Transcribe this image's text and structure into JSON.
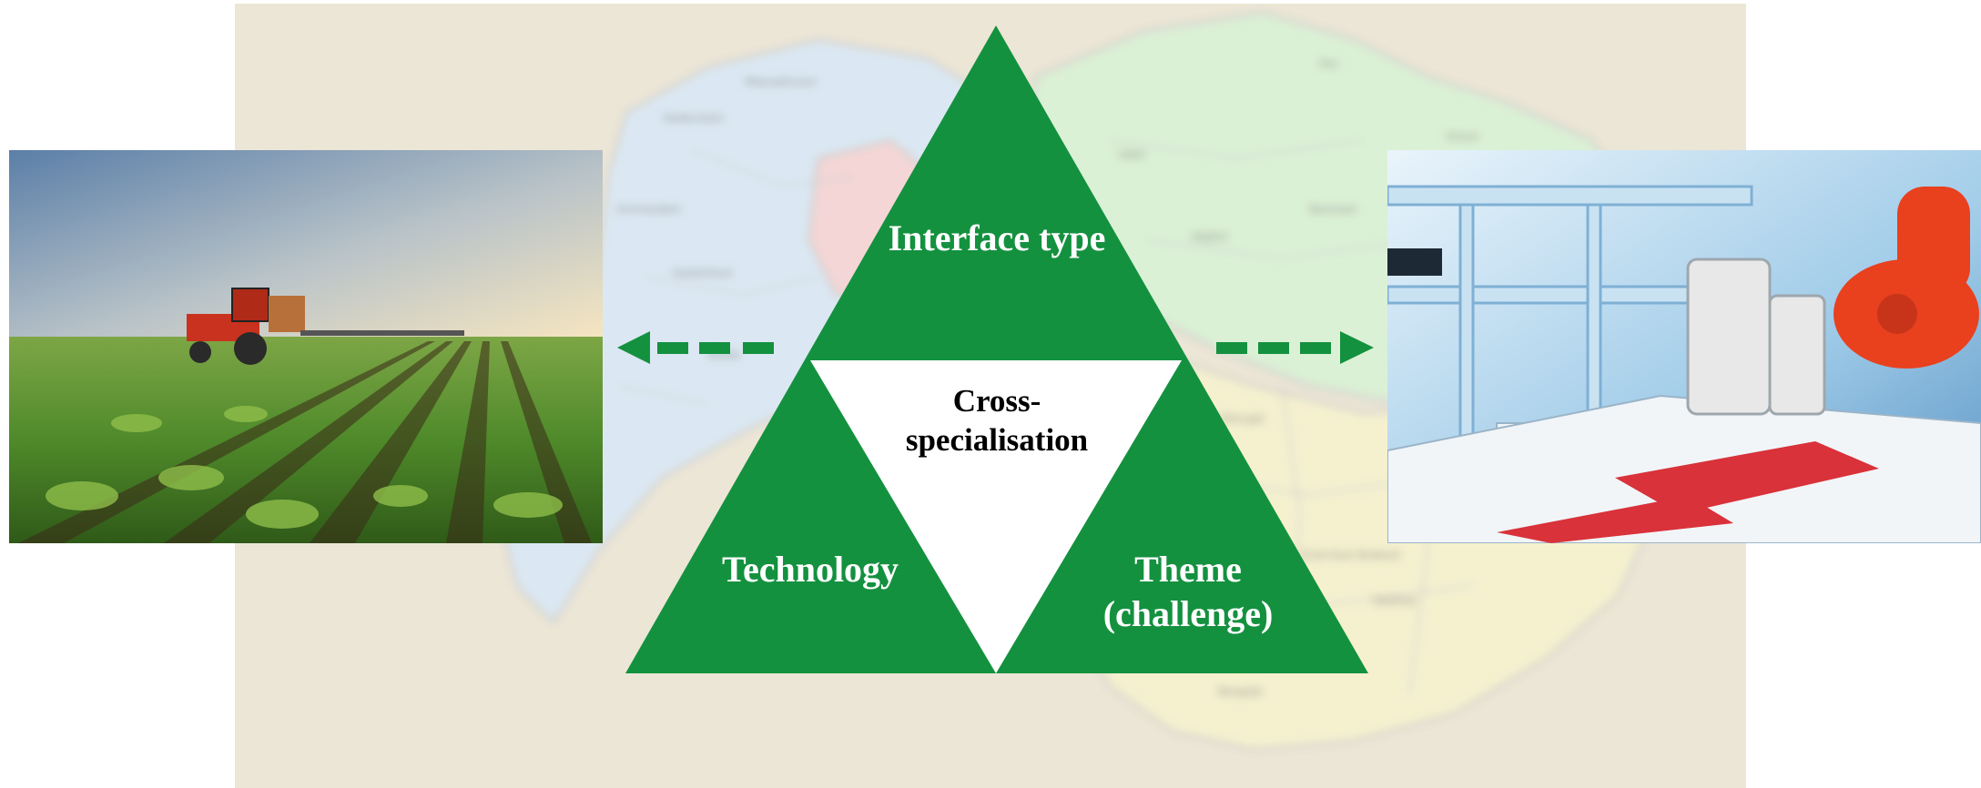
{
  "diagram": {
    "top_segment": "Interface type",
    "center_segment": "Cross-specialisation",
    "left_segment": "Technology",
    "right_segment": "Theme (challenge)"
  },
  "colors": {
    "triangle_green": "#14913f",
    "center_fill": "#ffffff",
    "arrow_green": "#14913f",
    "map_background": "#ece6d6"
  },
  "images": {
    "left": "agriculture-field-tractor-photo",
    "right": "industrial-robot-arm-factory-photo",
    "background": "blurred-region-map"
  }
}
